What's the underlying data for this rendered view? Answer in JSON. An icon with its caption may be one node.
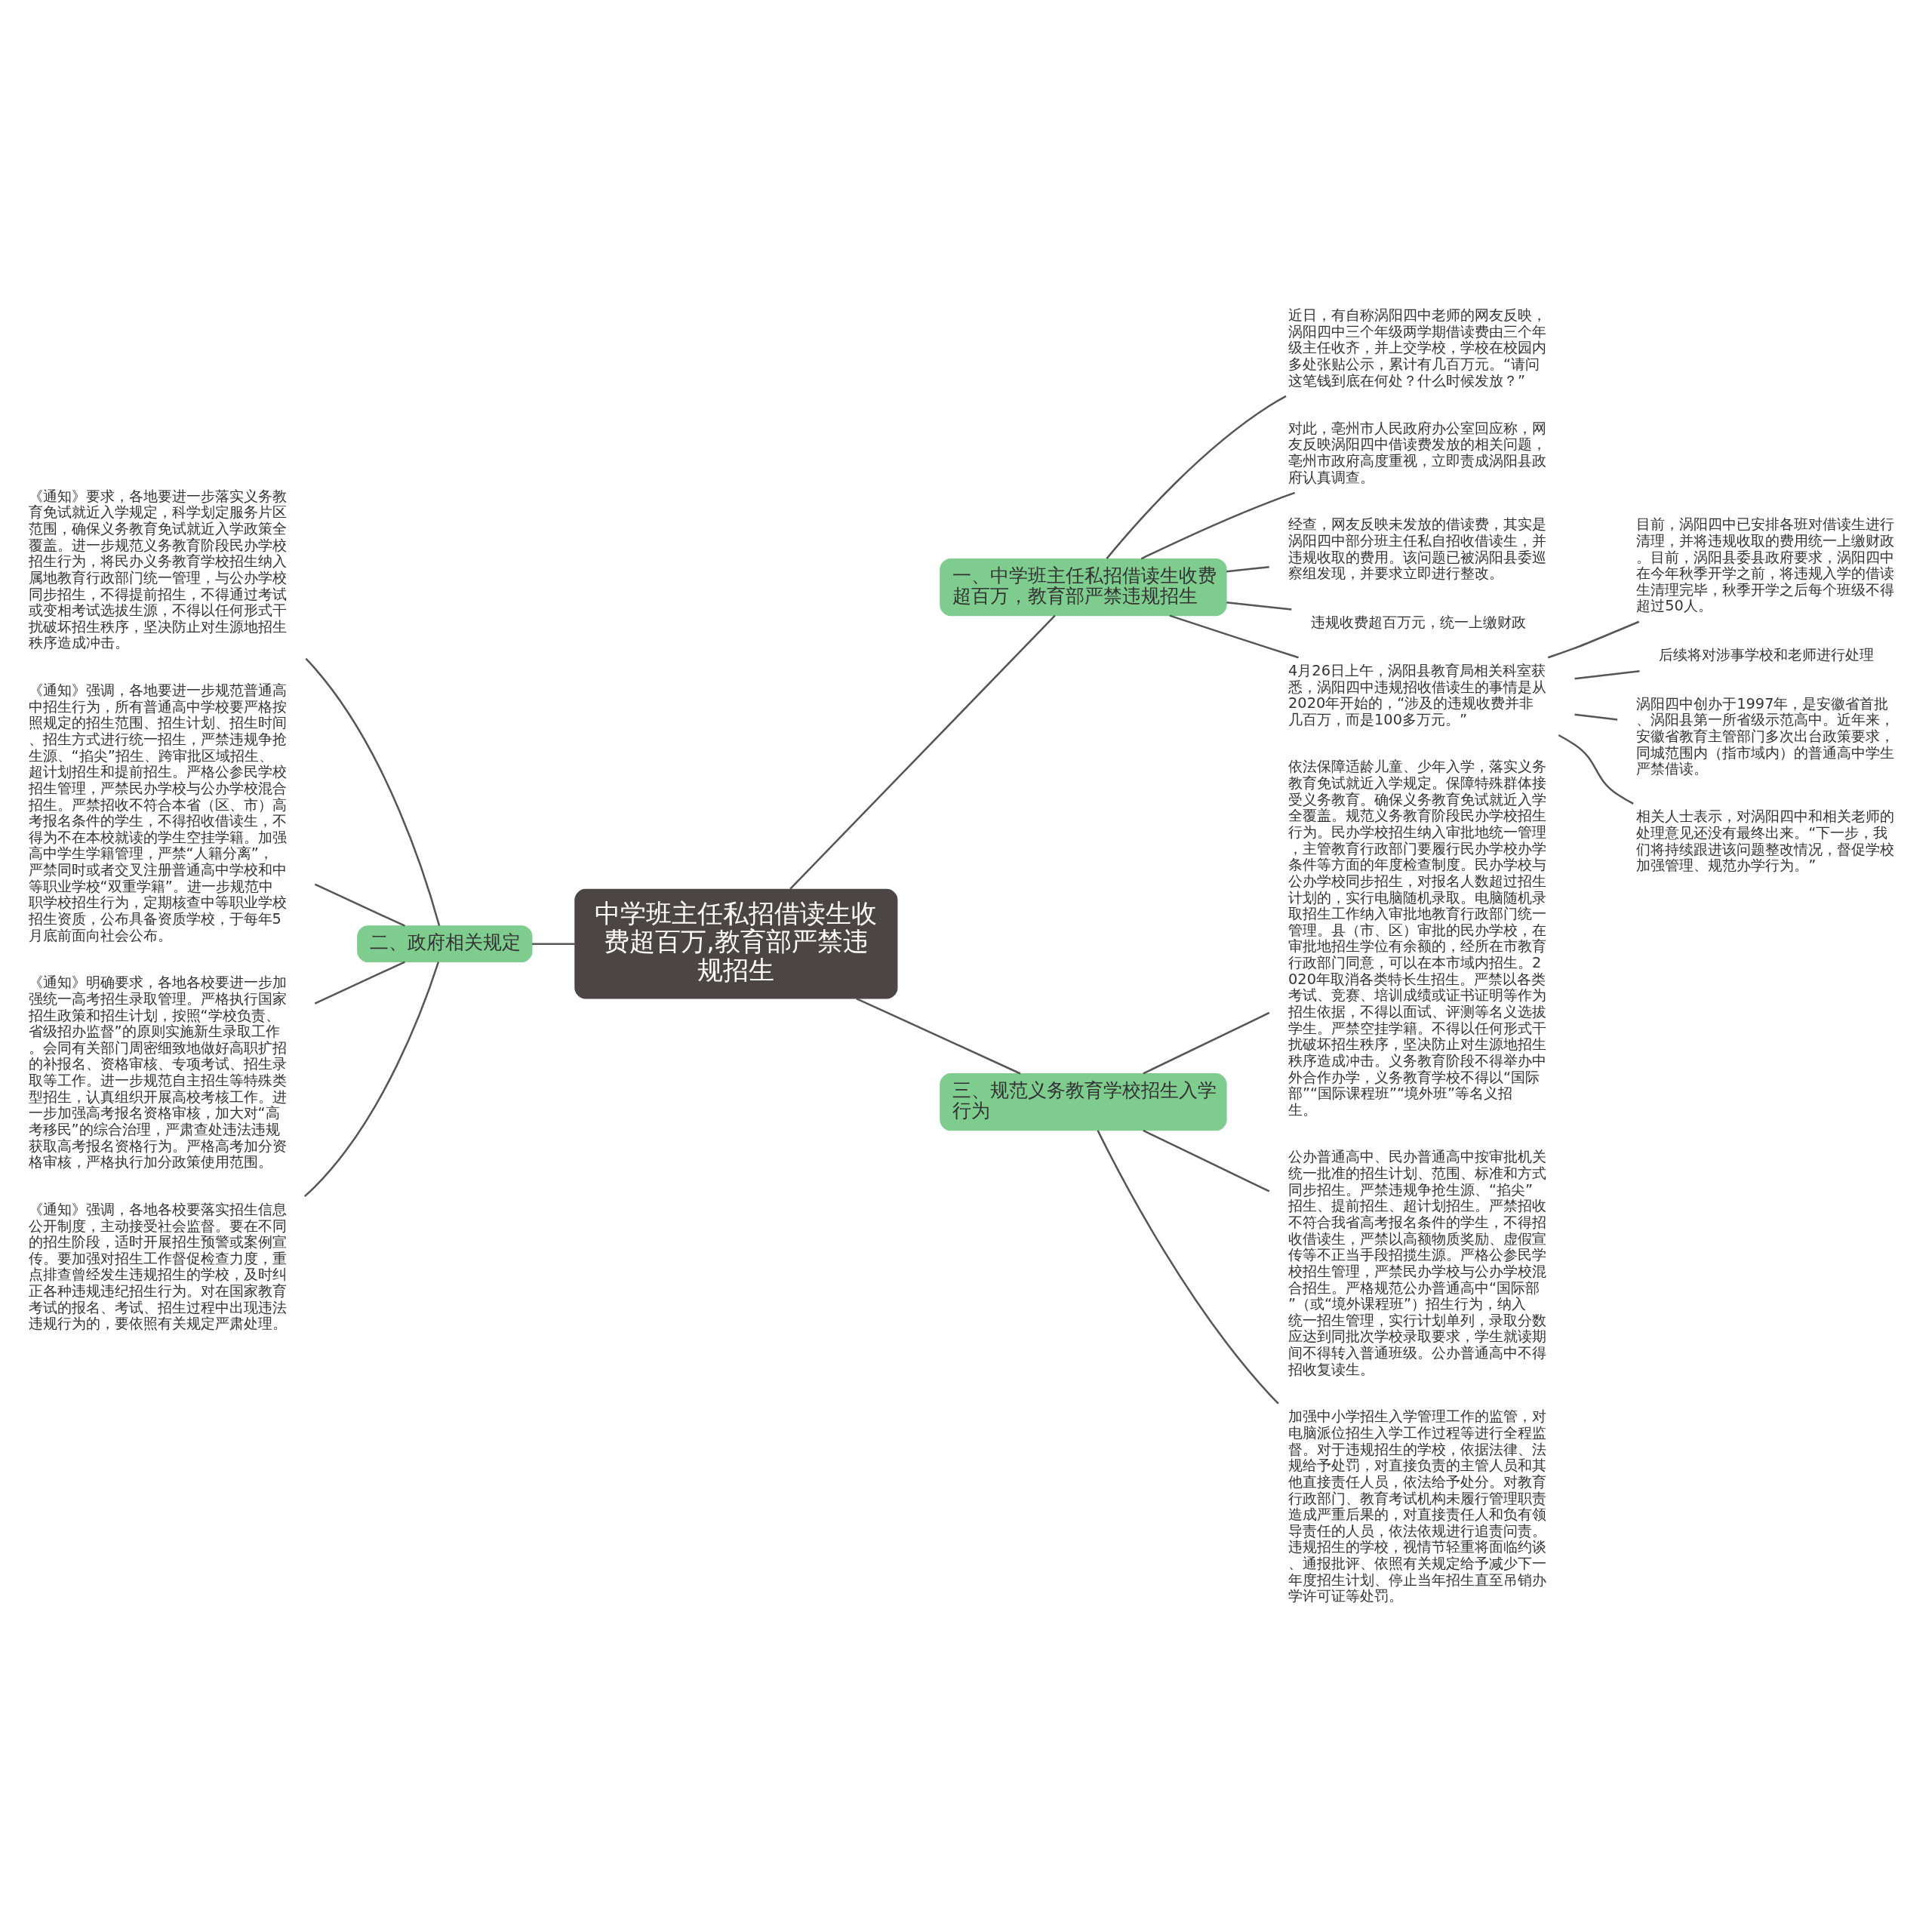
{
  "diagram": {
    "nodes": [
      {
        "text": [
          "中学班主任私招借读生收费超百万,教育部严禁违规招生"
        ]
      },
      {
        "text": [
          "一、中学班主任私招借读生收费超百万，教育部严禁违规招生"
        ]
      },
      {
        "text": [
          "近日，有自称涡阳四中老师的网友反映，涡阳四中三个年级两学期借读费由三个年级主任收齐，并上交学校，学校在校园内多处张贴公示，累计有几百万元。“请问这笔钱到底在何处？什么时候发放？”"
        ]
      },
      {
        "text": [
          "对此，亳州市人民政府办公室回应称，网友反映涡阳四中借读费发放的相关问题，亳州市政府高度重视，立即责成涡阳县政府认真调查。"
        ]
      },
      {
        "text": [
          "经查，网友反映未发放的借读费，其实是涡阳四中部分班主任私自招收借读生，并违规收取的费用。该问题已被涡阳县委巡察组发现，并要求立即进行整改。"
        ]
      },
      {
        "text": [
          "违规收费超百万元，统一上缴财政"
        ]
      },
      {
        "text": [
          "4月26日上午，涡阳县教育局相关科室获悉，涡阳四中违规招收借读生的事情是从2020年开始的，“涉及的违规收费并非几百万，而是100多万元。”"
        ]
      },
      {
        "text": [
          "目前，涡阳四中已安排各班对借读生进行清理，并将违规收取的费用统一上缴财政。目前，涡阳县委县政府要求，涡阳四中在今年秋季开学之前，将违规入学的借读生清理完毕，秋季开学之后每个班级不得超过50人。"
        ]
      },
      {
        "text": [
          "后续将对涉事学校和老师进行处理"
        ]
      },
      {
        "text": [
          "涡阳四中创办于1997年，是安徽省首批、涡阳县第一所省级示范高中。近年来，安徽省教育主管部门多次出台政策要求，同城范围内（指市域内）的普通高中学生严禁借读。"
        ]
      },
      {
        "text": [
          "相关人士表示，对涡阳四中和相关老师的处理意见还没有最终出来。“下一步，我们将持续跟进该问题整改情况，督促学校加强管理、规范办学行为。”"
        ]
      },
      {
        "text": [
          "二、政府相关规定"
        ]
      },
      {
        "text": [
          "《通知》要求，各地要进一步落实义务教育免试就近入学规定，科学划定服务片区范围，确保义务教育免试就近入学政策全覆盖。进一步规范义务教育阶段民办学校招生行为，将民办义务教育学校招生纳入属地教育行政部门统一管理，与公办学校同步招生，不得提前招生，不得通过考试或变相考试选拔生源，不得以任何形式干扰破坏招生秩序，坚决防止对生源地招生秩序造成冲击。"
        ]
      },
      {
        "text": [
          "《通知》强调，各地要进一步规范普通高中招生行为，所有普通高中学校要严格按照规定的招生范围、招生计划、招生时间、招生方式进行统一招生，严禁违规争抢生源、“掐尖”招生、跨审批区域招生、超计划招生和提前招生。严格公参民学校招生管理，严禁民办学校与公办学校混合招生。严禁招收不符合本省（区、市）高考报名条件的学生，不得招收借读生，不得为不在本校就读的学生空挂学籍。加强高中学生学籍管理，严禁“人籍分离”，严禁同时或者交叉注册普通高中学校和中等职业学校“双重学籍”。进一步规范中职学校招生行为，定期核查中等职业学校招生资质，公布具备资质学校，于每年5月底前面向社会公布。"
        ]
      },
      {
        "text": [
          "《通知》明确要求，各地各校要进一步加强统一高考招生录取管理。严格执行国家招生政策和招生计划，按照“学校负责、省级招办监督”的原则实施新生录取工作。会同有关部门周密细致地做好高职扩招的补报名、资格审核、专项考试、招生录取等工作。进一步规范自主招生等特殊类型招生，认真组织开展高校考核工作。进一步加强高考报名资格审核，加大对“高考移民”的综合治理，严肃查处违法违规获取高考报名资格行为。严格高考加分资格审核，严格执行加分政策使用范围。"
        ]
      },
      {
        "text": [
          "《通知》强调，各地各校要落实招生信息公开制度，主动接受社会监督。要在不同的招生阶段，适时开展招生预警或案例宣传。要加强对招生工作督促检查力度，重点排查曾经发生违规招生的学校，及时纠正各种违规违纪招生行为。对在国家教育考试的报名、考试、招生过程中出现违法违规行为的，要依照有关规定严肃处理。"
        ]
      },
      {
        "text": [
          "三、规范义务教育学校招生入学行为"
        ]
      },
      {
        "text": [
          "依法保障适龄儿童、少年入学，落实义务教育免试就近入学规定。保障特殊群体接受义务教育。确保义务教育免试就近入学全覆盖。规范义务教育阶段民办学校招生行为。民办学校招生纳入审批地统一管理，主管教育行政部门要履行民办学校办学条件等方面的年度检查制度。民办学校与公办学校同步招生，对报名人数超过招生计划的，实行电脑随机录取。电脑随机录取招生工作纳入审批地教育行政部门统一管理。县（市、区）审批的民办学校，在审批地招生学位有余额的，经所在市教育行政部门同意，可以在本市域内招生。2020年取消各类特长生招生。严禁以各类考试、竞赛、培训成绩或证书证明等作为招生依据，不得以面试、评测等名义选拔学生。严禁空挂学籍。不得以任何形式干扰破坏招生秩序，坚决防止对生源地招生秩序造成冲击。义务教育阶段不得举办中外合作办学，义务教育学校不得以“国际部”“国际课程班”“境外班”等名义招生。"
        ]
      },
      {
        "text": [
          "公办普通高中、民办普通高中按审批机关统一批准的招生计划、范围、标准和方式同步招生。严禁违规争抢生源、“掐尖”招生、提前招生、超计划招生。严禁招收不符合我省高考报名条件的学生，不得招收借读生，严禁以高额物质奖励、虚假宣传等不正当手段招揽生源。严格公参民学校招生管理，严禁民办学校与公办学校混合招生。严格规范公办普通高中“国际部”（或“境外课程班”）招生行为，纳入统一招生管理，实行计划单列，录取分数应达到同批次学校录取要求，学生就读期间不得转入普通班级。公办普通高中不得招收复读生。"
        ]
      },
      {
        "text": [
          "加强中小学招生入学管理工作的监管，对电脑派位招生入学工作过程等进行全程监督。对于违规招生的学校，依据法律、法规给予处罚，对直接负责的主管人员和其他直接责任人员，依法给予处分。对教育行政部门、教育考试机构未履行管理职责造成严重后果的，对直接责任人和负有领导责任的人员，依法依规进行追责问责。违规招生的学校，视情节轻重将面临约谈、通报批评、依照有关规定给予减少下一年度招生计划、停止当年招生直至吊销办学许可证等处罚。"
        ]
      }
    ],
    "edges": [
      {
        "from": 0,
        "to": 1,
        "arrow": "none"
      },
      {
        "from": 1,
        "to": 2,
        "arrow": "none"
      },
      {
        "from": 1,
        "to": 3,
        "arrow": "none"
      },
      {
        "from": 1,
        "to": 4,
        "arrow": "none"
      },
      {
        "from": 1,
        "to": 5,
        "arrow": "none"
      },
      {
        "from": 1,
        "to": 6,
        "arrow": "none"
      },
      {
        "from": 6,
        "to": 7,
        "arrow": "none"
      },
      {
        "from": 6,
        "to": 8,
        "arrow": "none"
      },
      {
        "from": 6,
        "to": 9,
        "arrow": "none"
      },
      {
        "from": 6,
        "to": 10,
        "arrow": "none"
      },
      {
        "from": 0,
        "to": 11,
        "arrow": "none"
      },
      {
        "from": 11,
        "to": 12,
        "arrow": "none"
      },
      {
        "from": 11,
        "to": 13,
        "arrow": "none"
      },
      {
        "from": 11,
        "to": 14,
        "arrow": "none"
      },
      {
        "from": 11,
        "to": 15,
        "arrow": "none"
      },
      {
        "from": 0,
        "to": 16,
        "arrow": "none"
      },
      {
        "from": 16,
        "to": 17,
        "arrow": "none"
      },
      {
        "from": 16,
        "to": 18,
        "arrow": "none"
      },
      {
        "from": 16,
        "to": 19,
        "arrow": "none"
      }
    ]
  }
}
